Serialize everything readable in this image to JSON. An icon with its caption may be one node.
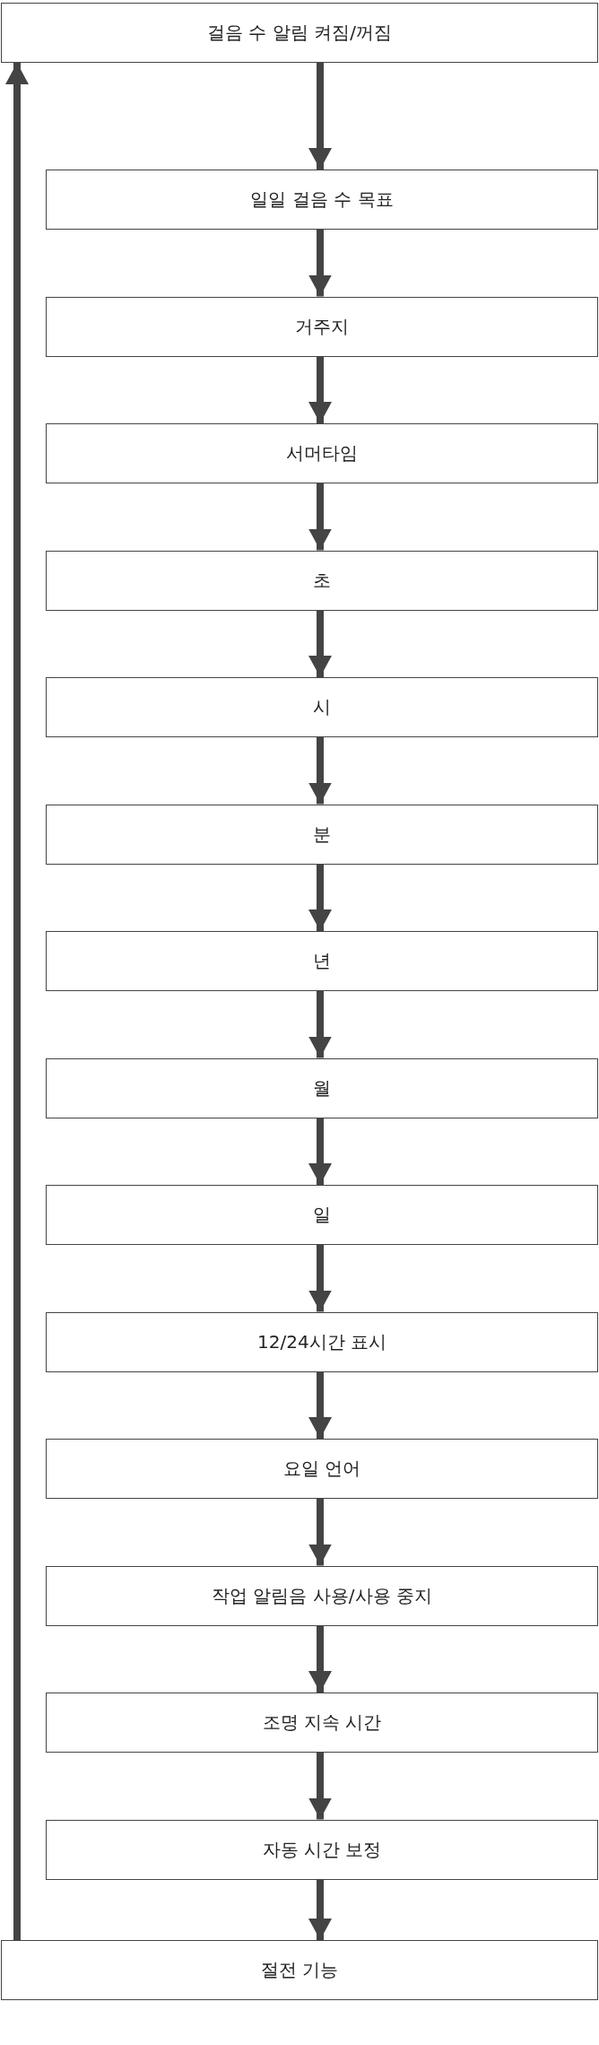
{
  "diagram": {
    "nodes": [
      {
        "text": [
          "걸음 수 알림 켜짐/꺼짐"
        ]
      },
      {
        "text": [
          "일일 걸음 수 목표"
        ]
      },
      {
        "text": [
          "거주지"
        ]
      },
      {
        "text": [
          "서머타임"
        ]
      },
      {
        "text": [
          "초"
        ]
      },
      {
        "text": [
          "시"
        ]
      },
      {
        "text": [
          "분"
        ]
      },
      {
        "text": [
          "년"
        ]
      },
      {
        "text": [
          "월"
        ]
      },
      {
        "text": [
          "일"
        ]
      },
      {
        "text": [
          "12/24시간 표시"
        ]
      },
      {
        "text": [
          "요일 언어"
        ]
      },
      {
        "text": [
          "작업 알림음 사용/사용 중지"
        ]
      },
      {
        "text": [
          "조명 지속 시간"
        ]
      },
      {
        "text": [
          "자동 시간 보정"
        ]
      },
      {
        "text": [
          "절전 기능"
        ]
      }
    ],
    "edges": [
      {
        "from": 0,
        "to": 1,
        "arrow": "to"
      },
      {
        "from": 1,
        "to": 2,
        "arrow": "to"
      },
      {
        "from": 2,
        "to": 3,
        "arrow": "to"
      },
      {
        "from": 3,
        "to": 4,
        "arrow": "to"
      },
      {
        "from": 4,
        "to": 5,
        "arrow": "to"
      },
      {
        "from": 5,
        "to": 6,
        "arrow": "to"
      },
      {
        "from": 6,
        "to": 7,
        "arrow": "to"
      },
      {
        "from": 7,
        "to": 8,
        "arrow": "to"
      },
      {
        "from": 8,
        "to": 9,
        "arrow": "to"
      },
      {
        "from": 9,
        "to": 10,
        "arrow": "to"
      },
      {
        "from": 10,
        "to": 11,
        "arrow": "to"
      },
      {
        "from": 11,
        "to": 12,
        "arrow": "to"
      },
      {
        "from": 12,
        "to": 13,
        "arrow": "to"
      },
      {
        "from": 13,
        "to": 14,
        "arrow": "to"
      },
      {
        "from": 14,
        "to": 15,
        "arrow": "to"
      },
      {
        "from": 15,
        "to": 0,
        "arrow": "to"
      }
    ]
  }
}
